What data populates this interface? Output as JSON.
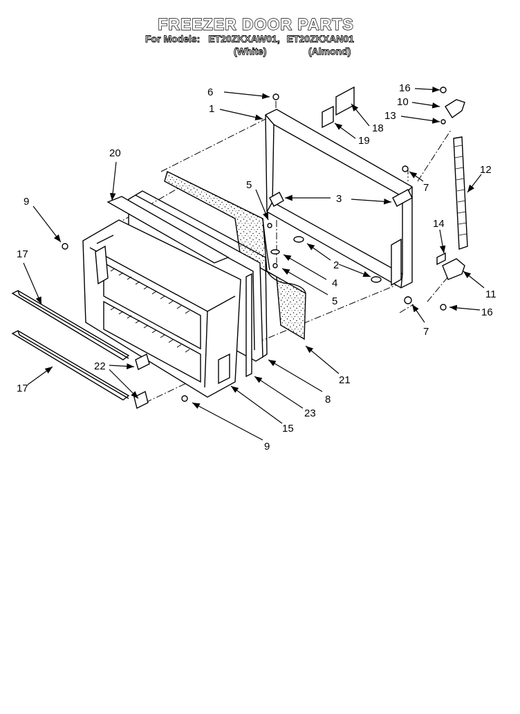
{
  "header": {
    "title": "FREEZER DOOR PARTS",
    "models_label": "For Models:",
    "model_a": "ET20ZKXAW01,",
    "model_b": "ET20ZKXAN01",
    "variant_a": "(White)",
    "variant_b": "(Almond)"
  },
  "callouts": [
    "6",
    "1",
    "18",
    "19",
    "16",
    "10",
    "13",
    "7",
    "12",
    "20",
    "5",
    "3",
    "9",
    "2",
    "4",
    "5",
    "14",
    "11",
    "16",
    "7",
    "17",
    "17",
    "22",
    "21",
    "8",
    "23",
    "15",
    "9"
  ]
}
